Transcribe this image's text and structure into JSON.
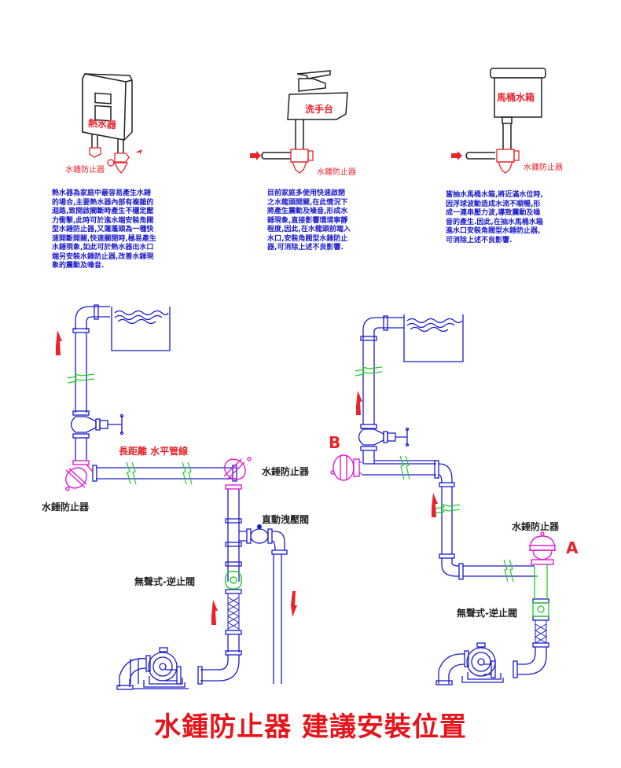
{
  "title": "水鍾防止器 建議安裝位置",
  "panels": {
    "heater": {
      "device_label": "熱水器",
      "arrestor_label": "水鍾防止器",
      "description": "熱水器為家庭中最容易產生水錘\n的場合,主要熱水器內部有複雜的\n迴路,致開啟關斷時產生不穩定壓\n力衝擊,此時可於進水端安裝角閥\n型水錘防止器,又蓮蓬頭為一種快\n速開斷開關,快速關閉時,極易產生\n水錘現象,如此可於熱水器出水口\n端另安裝水錘防止器,改善水錘現\n象的震動及噪音."
    },
    "basin": {
      "device_label": "洗手台",
      "arrestor_label": "水鍾防止器",
      "description": "目前家庭多使用快速啟閉\n之水龍頭開關,在此情況下\n將產生震動及噪音,形成水\n錘現象,直接影響環境寧靜\n程度,因此,在水龍頭前端入\n水口,安裝角閥型水錘防止\n器,可消除上述不良影響."
    },
    "toilet": {
      "device_label": "馬桶水箱",
      "arrestor_label": "水鍾防止器",
      "description": "當抽水馬桶水箱,將近滿水位時,\n因浮球波動造成水流不順暢,形\n成一連串壓力波,導致震動及噪\n音的產生.因此,在抽水馬桶水箱\n進水口安裝角閥型水錘防止器,\n可消除上述不良影響."
    }
  },
  "left_system": {
    "pipeline_label": "長距離 水平管線",
    "arrestor_left_label": "水錘防止器",
    "arrestor_right_label": "水錘防止器",
    "relief_valve_label": "直動洩壓閥",
    "check_valve_label": "無聲式-逆止閥"
  },
  "right_system": {
    "point_b": "B",
    "point_a": "A",
    "arrestor_label": "水錘防止器",
    "check_valve_label": "無聲式-逆止閥"
  },
  "colors": {
    "pipe": "#1a1acc",
    "arrestor": "#e020d0",
    "accent": "#e8232a",
    "break_mark": "#22cc22"
  }
}
